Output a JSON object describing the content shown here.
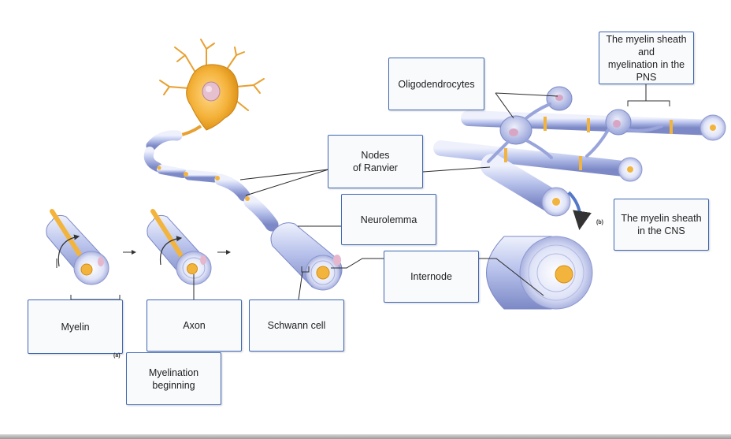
{
  "labels": {
    "myelin_sheath_pns": "The myelin sheath\nand\nmyelination in the\nPNS",
    "oligodendrocytes": "Oligodendrocytes",
    "nodes_of_ranvier": "Nodes\nof Ranvier",
    "neurolemma": "Neurolemma",
    "myelin_sheath_cns": "The myelin sheath\nin the CNS",
    "internode": "Internode",
    "myelin": "Myelin",
    "axon": "Axon",
    "schwann_cell": "Schwann cell",
    "myelination_beginning": "Myelination\nbeginning"
  },
  "panel_tags": {
    "a": "(a)",
    "b": "(b)"
  },
  "colors": {
    "box_border": "#3f68b5",
    "leader_line": "#2a2a2a",
    "myelin_fill": "#b9c3ec",
    "axon_fill": "#f3b43d",
    "neuron_body": "#f4b23a"
  }
}
